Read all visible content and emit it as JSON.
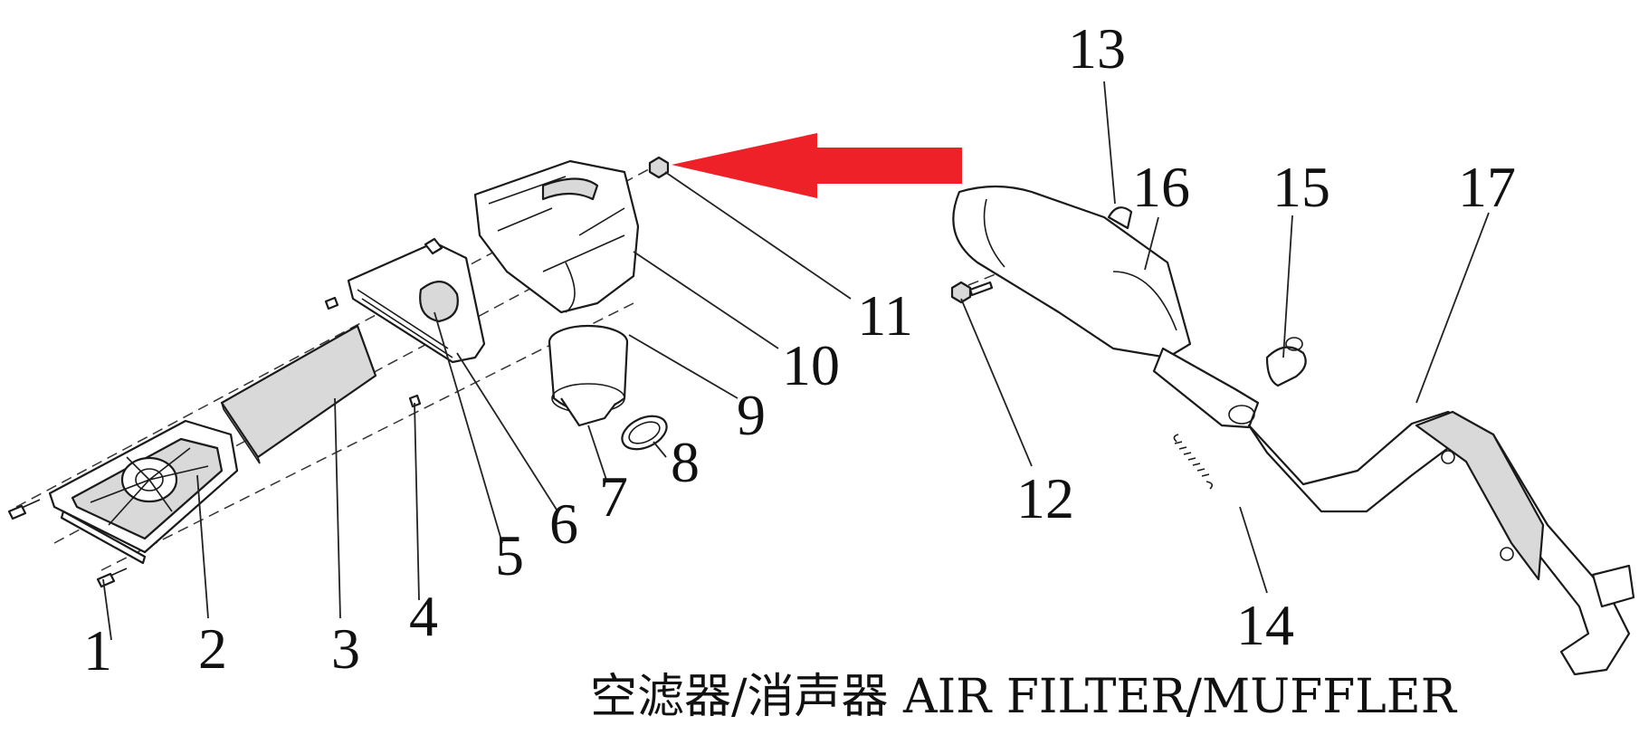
{
  "caption": "空滤器/消声器 AIR FILTER/MUFFLER",
  "callouts": [
    "1",
    "2",
    "3",
    "4",
    "5",
    "6",
    "7",
    "8",
    "9",
    "10",
    "11",
    "12",
    "13",
    "14",
    "15",
    "16",
    "17"
  ],
  "colors": {
    "arrow": "#ee2028",
    "line": "#1a1a1a",
    "background": "#ffffff"
  },
  "icons": {
    "arrow": "red-arrow-left"
  }
}
